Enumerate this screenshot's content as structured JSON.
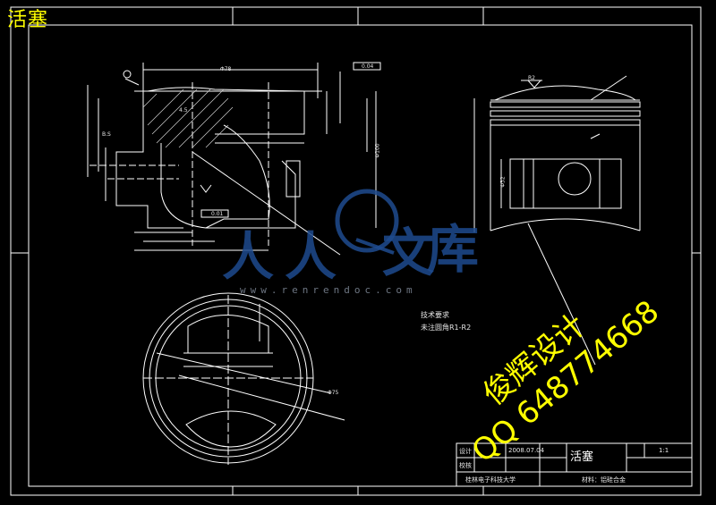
{
  "drawing": {
    "corner_title": "活塞",
    "tech_req_title": "技术要求",
    "tech_req_item": "未注圆角R1-R2",
    "watermark_name": "俊辉设计",
    "watermark_qq": "QQ 648774668",
    "logo_chars": [
      "人",
      "人",
      "文",
      "库"
    ],
    "logo_url": "www.renrendoc.com",
    "dimension_labels": [
      "Φ78",
      "0.04",
      "Φ100",
      "B.S",
      "R2",
      "4.5",
      "Φ32",
      "0.01",
      "Φ75"
    ]
  },
  "title_block": {
    "name": "活塞",
    "scale": "1:1",
    "date": "2008.07.04",
    "designer_label": "设计",
    "checker_label": "校核",
    "school": "桂林电子科技大学",
    "material": "材料：铝硅合金"
  },
  "colors": {
    "background": "#000000",
    "line": "#ffffff",
    "accent": "#ffff00",
    "logo": "#1e4b8f"
  }
}
